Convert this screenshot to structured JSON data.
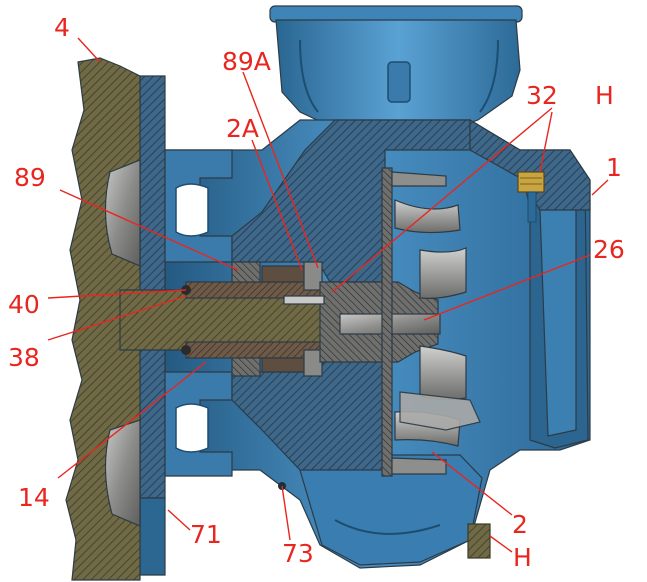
{
  "palette": {
    "casing_blue": "#2f6f9f",
    "casing_light": "#4f97c9",
    "casing_dark": "#1d4d70",
    "section_hatch": "#3e6788",
    "motor_olive": "#6f6a45",
    "shaft_brown": "#6e5a48",
    "impeller_grey": "#9a9a98",
    "brass": "#c9a542",
    "label_red": "#e8261f"
  },
  "callouts": [
    {
      "id": "4",
      "text": "4"
    },
    {
      "id": "89A",
      "text": "89A"
    },
    {
      "id": "2A",
      "text": "2A"
    },
    {
      "id": "32",
      "text": "32"
    },
    {
      "id": "H1",
      "text": "H"
    },
    {
      "id": "1",
      "text": "1"
    },
    {
      "id": "89",
      "text": "89"
    },
    {
      "id": "26",
      "text": "26"
    },
    {
      "id": "40",
      "text": "40"
    },
    {
      "id": "38",
      "text": "38"
    },
    {
      "id": "14",
      "text": "14"
    },
    {
      "id": "71",
      "text": "71"
    },
    {
      "id": "2",
      "text": "2"
    },
    {
      "id": "73",
      "text": "73"
    },
    {
      "id": "H2",
      "text": "H"
    }
  ]
}
